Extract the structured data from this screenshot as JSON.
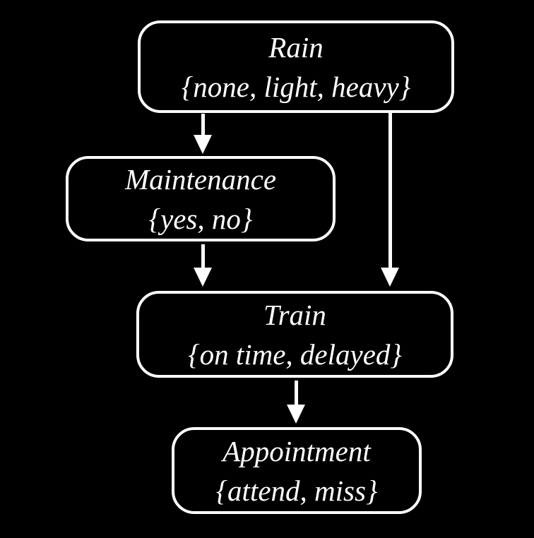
{
  "diagram": {
    "type": "bayesian-network",
    "colors": {
      "background": "#000000",
      "node_border": "#ffffff",
      "text": "#ffffff",
      "arrow": "#ffffff"
    },
    "nodes": [
      {
        "id": "rain",
        "name": "Rain",
        "values": "{none, light, heavy}"
      },
      {
        "id": "maintenance",
        "name": "Maintenance",
        "values": "{yes, no}"
      },
      {
        "id": "train",
        "name": "Train",
        "values": "{on time, delayed}"
      },
      {
        "id": "appointment",
        "name": "Appointment",
        "values": "{attend, miss}"
      }
    ],
    "edges": [
      {
        "from": "Rain",
        "to": "Maintenance"
      },
      {
        "from": "Rain",
        "to": "Train"
      },
      {
        "from": "Maintenance",
        "to": "Train"
      },
      {
        "from": "Train",
        "to": "Appointment"
      }
    ]
  }
}
